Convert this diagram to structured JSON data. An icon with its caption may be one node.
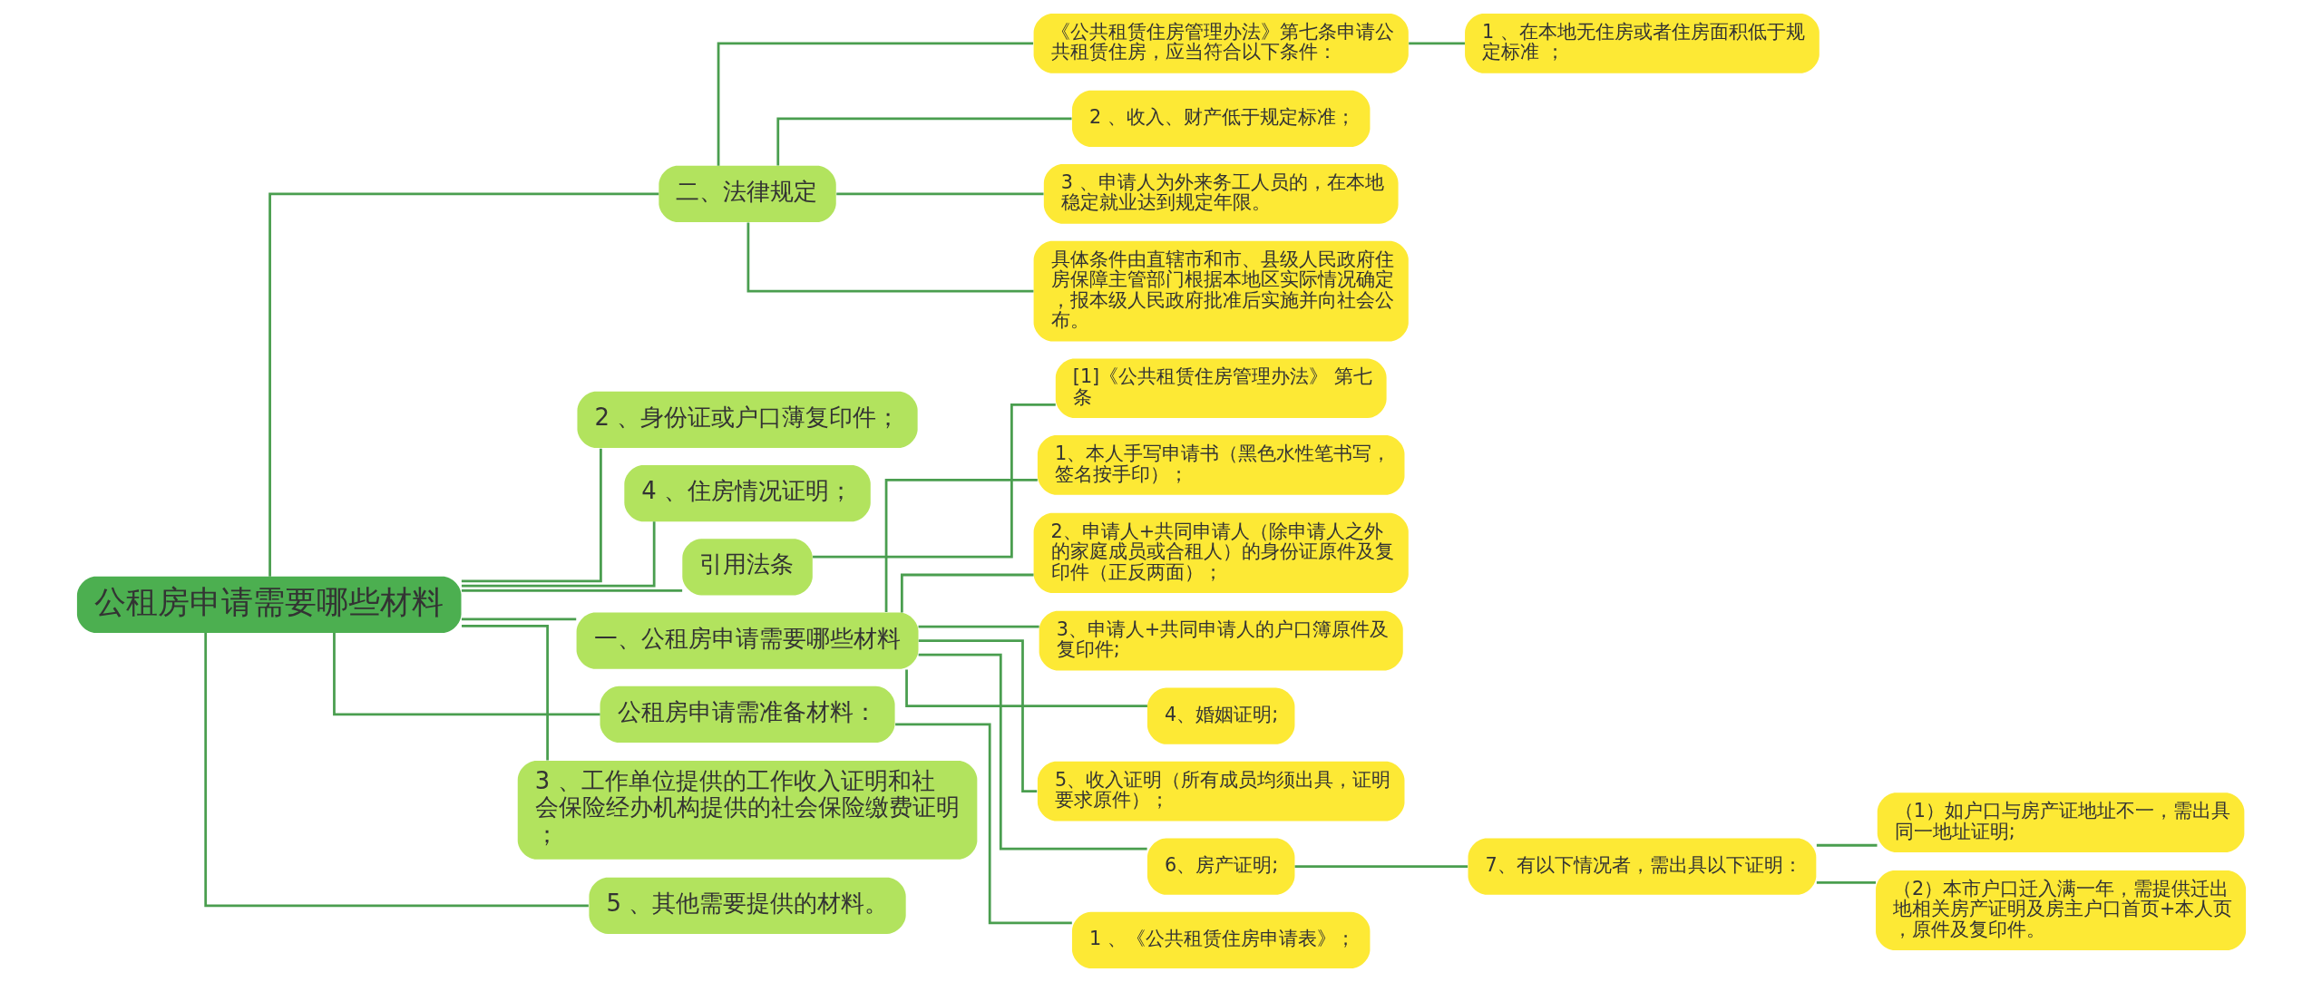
{
  "diagram": {
    "nodes": [
      {
        "text": [
          "公租房申请需要哪些材料"
        ]
      },
      {
        "text": [
          "二、法律规定"
        ]
      },
      {
        "text": [
          "《公共租赁住房管理办法》第七条申请公共租赁住房，应当符合以下条件："
        ]
      },
      {
        "text": [
          "1 、在本地无住房或者住房面积低于规定标准 ；"
        ]
      },
      {
        "text": [
          "2 、收入、财产低于规定标准；"
        ]
      },
      {
        "text": [
          "3 、申请人为外来务工人员的，在本地稳定就业达到规定年限。"
        ]
      },
      {
        "text": [
          "具体条件由直辖市和市、县级人民政府住房保障主管部门根据本地区实际情况确定，报本级人民政府批准后实施并向社会公布。"
        ]
      },
      {
        "text": [
          "2 、身份证或户口薄复印件；"
        ]
      },
      {
        "text": [
          "4 、住房情况证明；"
        ]
      },
      {
        "text": [
          "引用法条"
        ]
      },
      {
        "text": [
          "[1]《公共租赁住房管理办法》 第七条"
        ]
      },
      {
        "text": [
          "一、公租房申请需要哪些材料"
        ]
      },
      {
        "text": [
          "1、本人手写申请书（黑色水性笔书写，签名按手印）；"
        ]
      },
      {
        "text": [
          "2、申请人+共同申请人（除申请人之外的家庭成员或合租人）的身份证原件及复印件（正反两面）；"
        ]
      },
      {
        "text": [
          "3、申请人+共同申请人的户口簿原件及复印件;"
        ]
      },
      {
        "text": [
          "4、婚姻证明;"
        ]
      },
      {
        "text": [
          "5、收入证明（所有成员均须出具，证明要求原件）；"
        ]
      },
      {
        "text": [
          "6、房产证明;"
        ]
      },
      {
        "text": [
          "7、有以下情况者，需出具以下证明："
        ]
      },
      {
        "text": [
          "（1）如户口与房产证地址不一，需出具同一地址证明;"
        ]
      },
      {
        "text": [
          "（2）本市户口迁入满一年，需提供迁出地相关房产证明及房主户口首页+本人页，原件及复印件。"
        ]
      },
      {
        "text": [
          "公租房申请需准备材料："
        ]
      },
      {
        "text": [
          "1 、《公共租赁住房申请表》；"
        ]
      },
      {
        "text": [
          "3 、工作单位提供的工作收入证明和社会保险经办机构提供的社会保险缴费证明；"
        ]
      },
      {
        "text": [
          "5 、其他需要提供的材料。"
        ]
      }
    ],
    "edges": [
      {
        "from": 0,
        "to": 1,
        "arrow": "none"
      },
      {
        "from": 1,
        "to": 2,
        "arrow": "none"
      },
      {
        "from": 2,
        "to": 3,
        "arrow": "none"
      },
      {
        "from": 1,
        "to": 4,
        "arrow": "none"
      },
      {
        "from": 1,
        "to": 5,
        "arrow": "none"
      },
      {
        "from": 1,
        "to": 6,
        "arrow": "none"
      },
      {
        "from": 0,
        "to": 7,
        "arrow": "none"
      },
      {
        "from": 0,
        "to": 8,
        "arrow": "none"
      },
      {
        "from": 0,
        "to": 9,
        "arrow": "none"
      },
      {
        "from": 9,
        "to": 10,
        "arrow": "none"
      },
      {
        "from": 0,
        "to": 11,
        "arrow": "none"
      },
      {
        "from": 11,
        "to": 12,
        "arrow": "none"
      },
      {
        "from": 11,
        "to": 13,
        "arrow": "none"
      },
      {
        "from": 11,
        "to": 14,
        "arrow": "none"
      },
      {
        "from": 11,
        "to": 15,
        "arrow": "none"
      },
      {
        "from": 11,
        "to": 16,
        "arrow": "none"
      },
      {
        "from": 11,
        "to": 17,
        "arrow": "none"
      },
      {
        "from": 17,
        "to": 18,
        "arrow": "none"
      },
      {
        "from": 18,
        "to": 19,
        "arrow": "none"
      },
      {
        "from": 18,
        "to": 20,
        "arrow": "none"
      },
      {
        "from": 0,
        "to": 21,
        "arrow": "none"
      },
      {
        "from": 21,
        "to": 22,
        "arrow": "none"
      },
      {
        "from": 0,
        "to": 23,
        "arrow": "none"
      },
      {
        "from": 0,
        "to": 24,
        "arrow": "none"
      }
    ]
  }
}
